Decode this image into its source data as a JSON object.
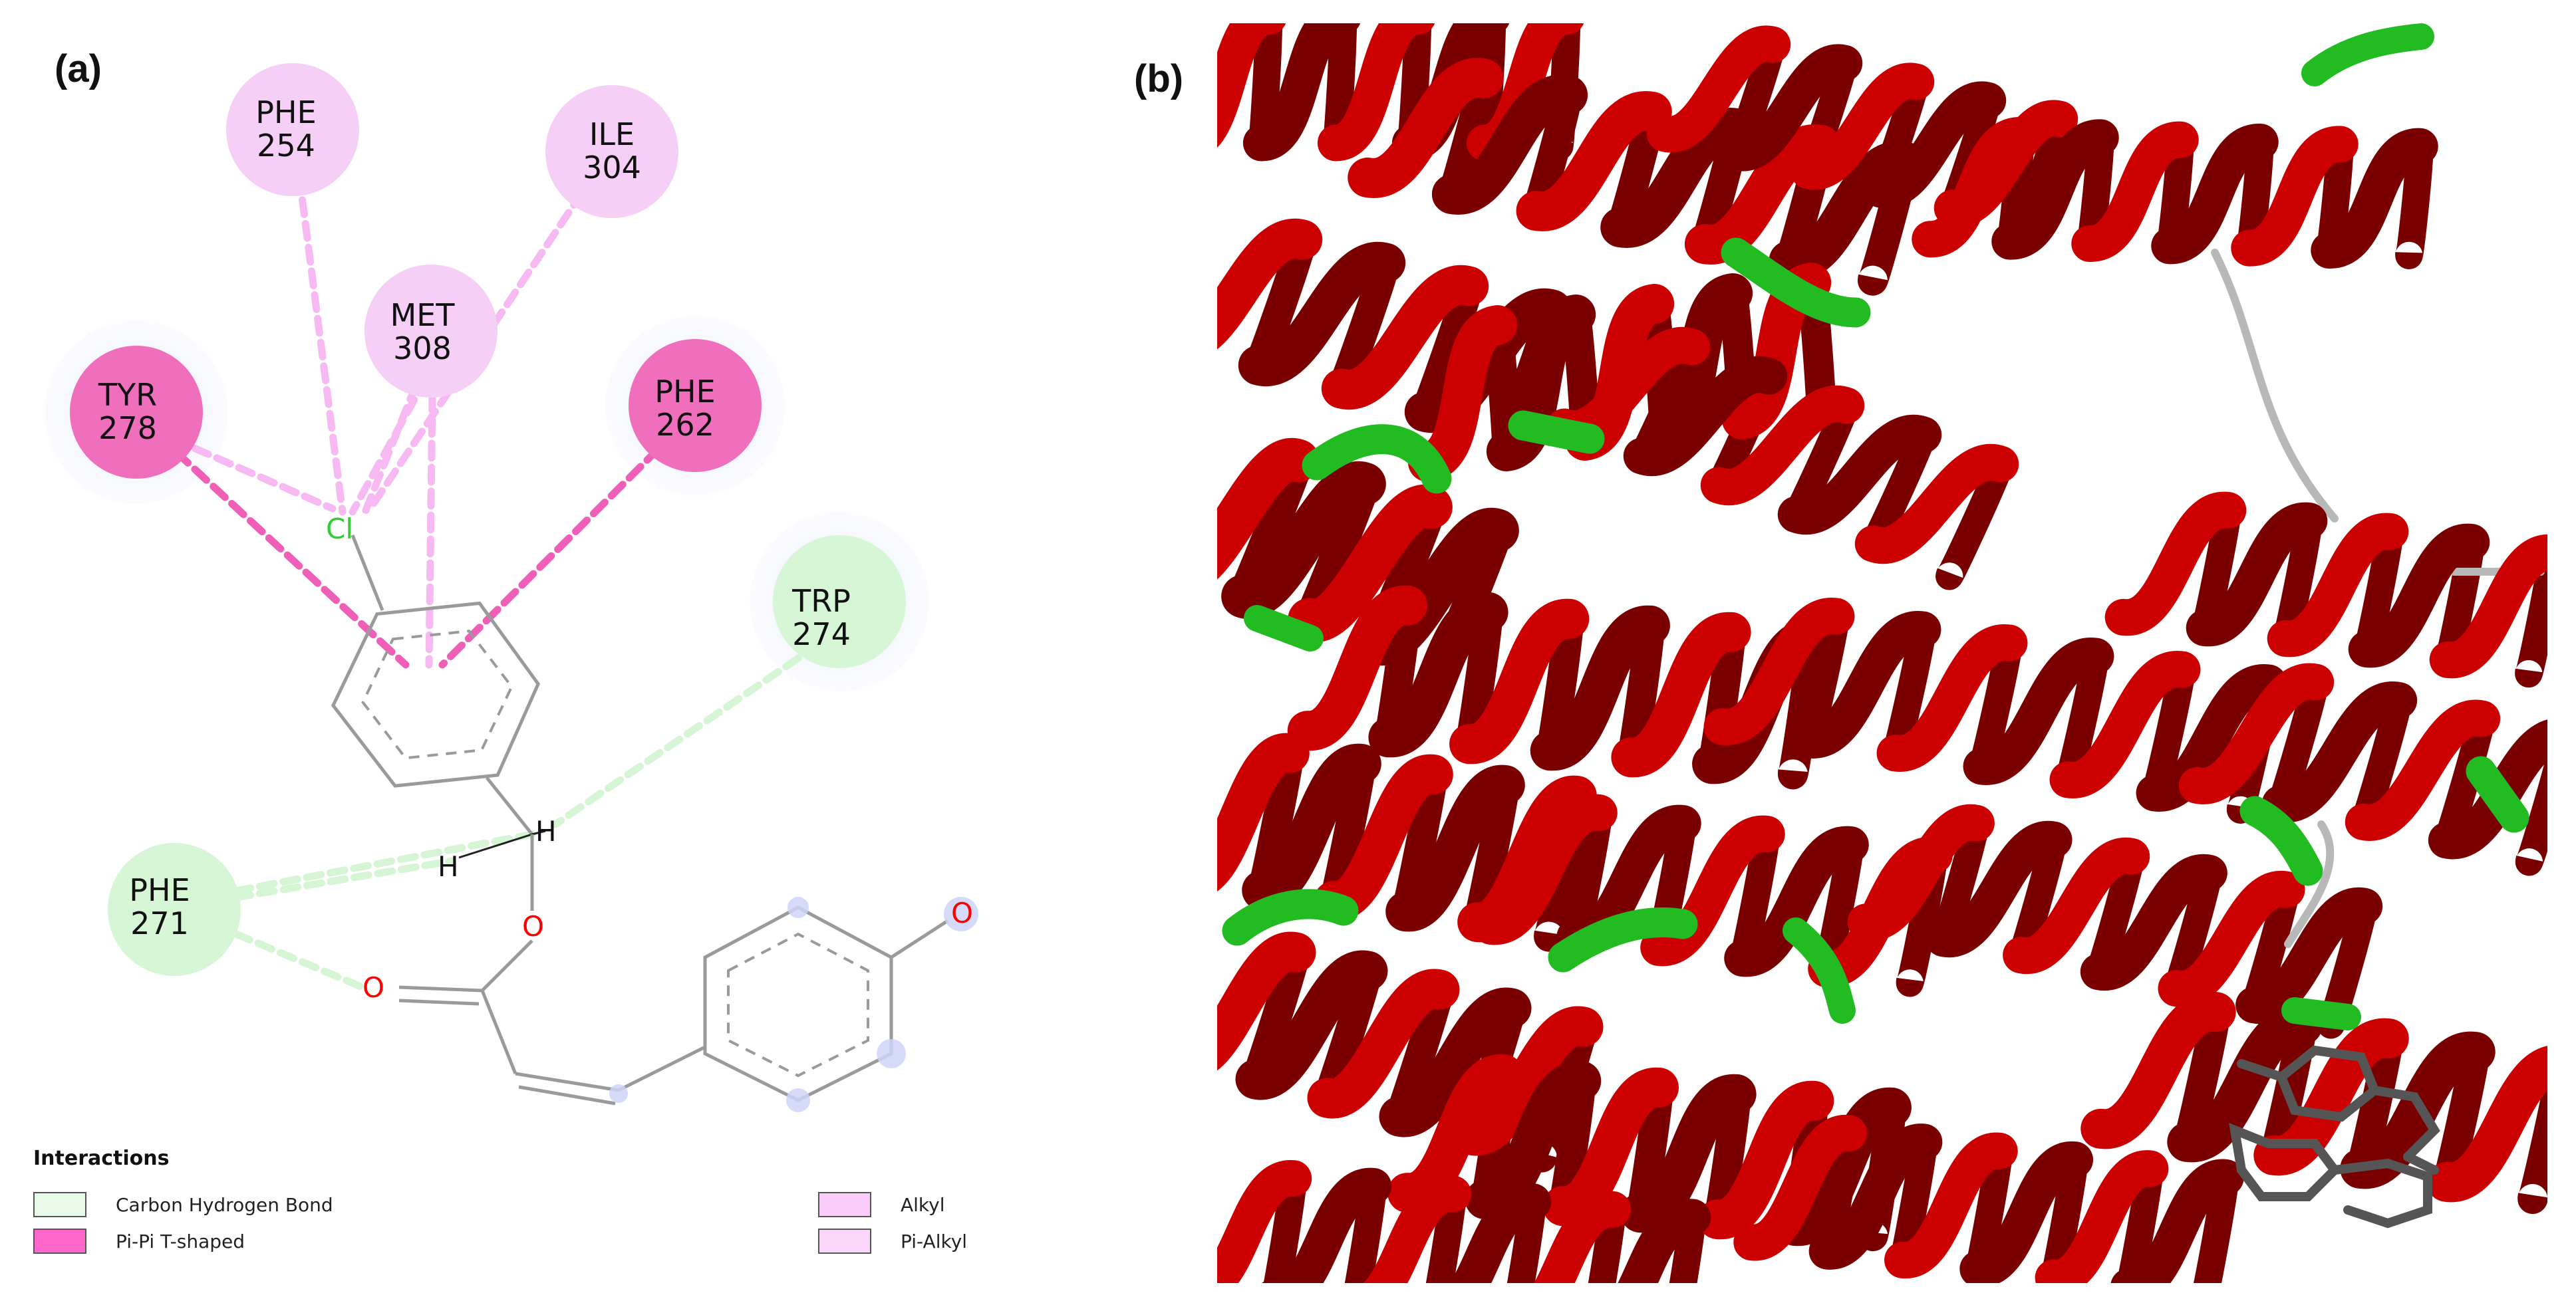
{
  "panel_a": {
    "label": "(a)",
    "residues": [
      {
        "id": "phe254",
        "name": "PHE",
        "num": "254",
        "type": "alkyl"
      },
      {
        "id": "ile304",
        "name": "ILE",
        "num": "304",
        "type": "alkyl"
      },
      {
        "id": "met308",
        "name": "MET",
        "num": "308",
        "type": "alkyl"
      },
      {
        "id": "tyr278",
        "name": "TYR",
        "num": "278",
        "type": "pi_pi_t"
      },
      {
        "id": "phe262",
        "name": "PHE",
        "num": "262",
        "type": "pi_pi_t"
      },
      {
        "id": "trp274",
        "name": "TRP",
        "num": "274",
        "type": "carbon_h"
      },
      {
        "id": "phe271",
        "name": "PHE",
        "num": "271",
        "type": "carbon_h"
      }
    ],
    "atoms": {
      "cl": "Cl",
      "h1": "H",
      "h2": "H",
      "o_ester": "O",
      "o_carbonyl": "O",
      "o_hydroxy": "O"
    },
    "legend": {
      "title": "Interactions",
      "items": [
        {
          "label": "Carbon Hydrogen Bond",
          "color": "#e8fbe8"
        },
        {
          "label": "Pi-Pi T-shaped",
          "color": "#ff66cc"
        },
        {
          "label": "Alkyl",
          "color": "#f9ccf9"
        },
        {
          "label": "Pi-Alkyl",
          "color": "#fad7fa"
        }
      ]
    },
    "colors": {
      "carbon_h": "#d6f6d6",
      "pi_pi_t": "#ef6fbd",
      "alkyl": "#f6cff6",
      "pi_alkyl": "#f9c6ef",
      "halo": "#edf1fb",
      "chlorine": "#33cc33",
      "oxygen": "#ff0000"
    }
  },
  "panel_b": {
    "label": "(b)",
    "colors": {
      "helix": "#cc0000",
      "helix_dark": "#7a0000",
      "turn": "#22bb22",
      "coil": "#b8b8b8",
      "ligand": "#555555"
    }
  }
}
